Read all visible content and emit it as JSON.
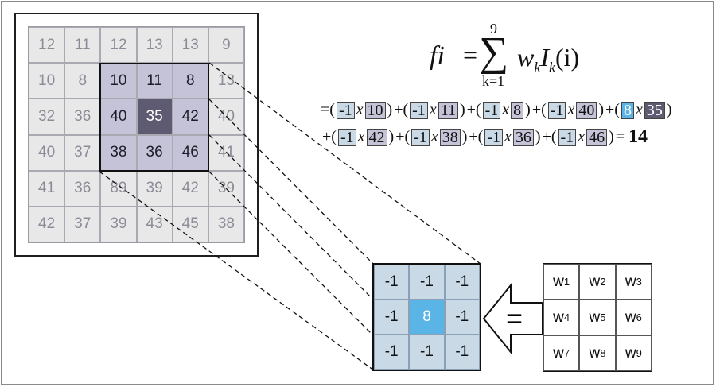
{
  "image_grid": {
    "rows": [
      [
        "12",
        "11",
        "12",
        "13",
        "13",
        "9"
      ],
      [
        "10",
        "8",
        "10",
        "11",
        "8",
        "13"
      ],
      [
        "32",
        "36",
        "40",
        "35",
        "42",
        "40"
      ],
      [
        "40",
        "37",
        "38",
        "36",
        "46",
        "41"
      ],
      [
        "41",
        "36",
        "89",
        "39",
        "42",
        "39"
      ],
      [
        "42",
        "37",
        "39",
        "43",
        "45",
        "38"
      ]
    ]
  },
  "kernel": {
    "rows": [
      [
        "-1",
        "-1",
        "-1"
      ],
      [
        "-1",
        "8",
        "-1"
      ],
      [
        "-1",
        "-1",
        "-1"
      ]
    ]
  },
  "weights": [
    {
      "w": "w",
      "i": "1"
    },
    {
      "w": "w",
      "i": "2"
    },
    {
      "w": "w",
      "i": "3"
    },
    {
      "w": "w",
      "i": "4"
    },
    {
      "w": "w",
      "i": "5"
    },
    {
      "w": "w",
      "i": "6"
    },
    {
      "w": "w",
      "i": "7"
    },
    {
      "w": "w",
      "i": "8"
    },
    {
      "w": "w",
      "i": "9"
    }
  ],
  "formula": {
    "lhs": "fi",
    "eq": "=",
    "sigma": "∑",
    "upper": "9",
    "lower": "k=1",
    "w": "w",
    "w_sub": "k",
    "I": "I",
    "I_sub": "k",
    "arg": "(i)"
  },
  "expansion": {
    "line1": [
      {
        "lead": "=(",
        "k": "-1",
        "p": "10",
        "tail": ")"
      },
      {
        "lead": "+(",
        "k": "-1",
        "p": "11",
        "tail": ")"
      },
      {
        "lead": "+(",
        "k": "-1",
        "p": "8",
        "tail": ")"
      },
      {
        "lead": "+(",
        "k": "-1",
        "p": "40",
        "tail": ")"
      },
      {
        "lead": "+(",
        "k": "8",
        "p": "35",
        "tail": ")",
        "center": true
      }
    ],
    "line2": [
      {
        "lead": "+(",
        "k": "-1",
        "p": "42",
        "tail": ")"
      },
      {
        "lead": "+(",
        "k": "-1",
        "p": "38",
        "tail": ")"
      },
      {
        "lead": "+(",
        "k": "-1",
        "p": "36",
        "tail": ")"
      },
      {
        "lead": "+(",
        "k": "-1",
        "p": "46",
        "tail": ")"
      }
    ],
    "x": "x",
    "equals": "=",
    "result": "14"
  },
  "equals_symbol": "=",
  "colors": {
    "image_bg": "#e8e8e8",
    "neighborhood": "#c5c3d7",
    "center_pixel": "#5d5a72",
    "kernel_bg": "#c9dae6",
    "kernel_center": "#5bb4e6"
  }
}
